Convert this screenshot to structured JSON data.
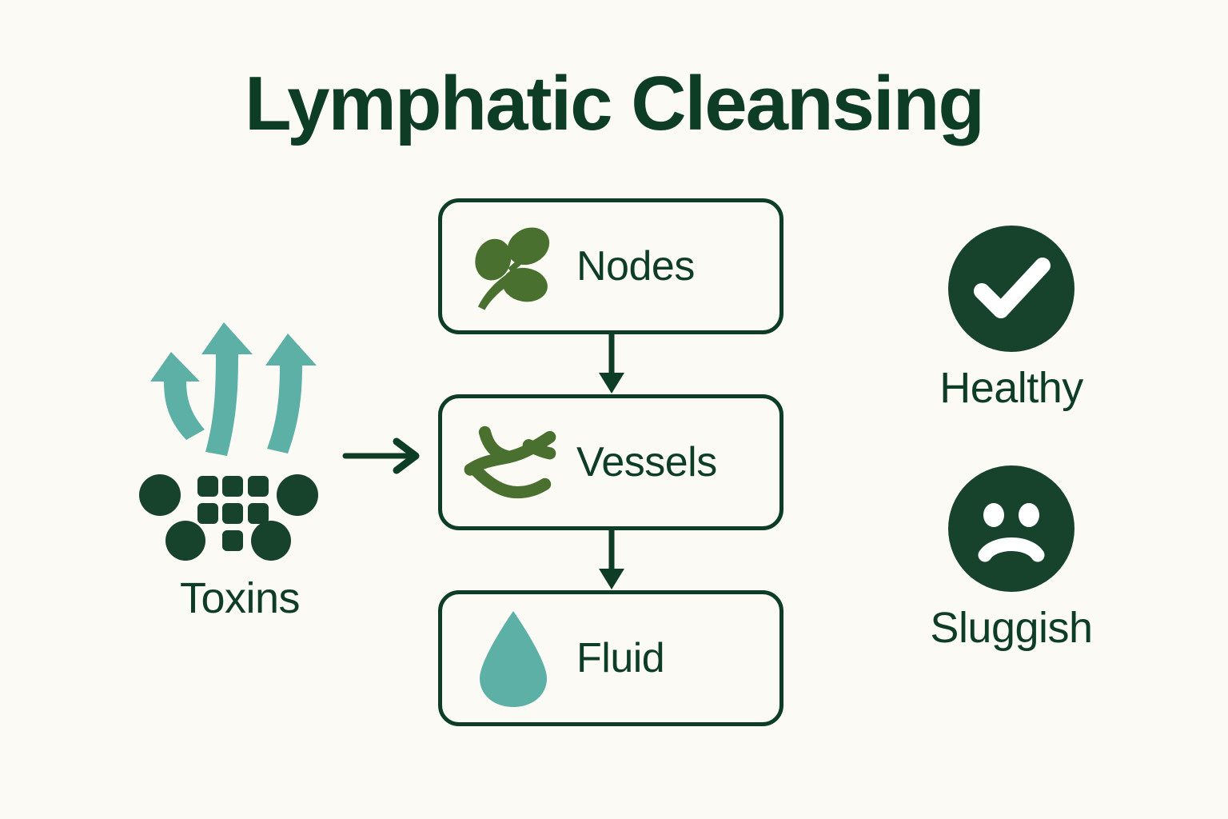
{
  "page": {
    "title": "Lymphatic Cleansing",
    "background_color": "#FCFAF4"
  },
  "colors": {
    "dark_green": "#0E3D26",
    "badge_green": "#17432C",
    "leaf_green": "#4A7030",
    "teal": "#5CB0A6",
    "white": "#FFFFFF"
  },
  "source": {
    "label": "Toxins",
    "icon": "toxin-particles-icon",
    "arrows_icon": "three-upward-arrows-icon",
    "arrow_count": 3,
    "particle_circles": 4,
    "particle_squares": 7
  },
  "flow": {
    "connector_icon": "down-arrow-icon",
    "inbound_connector_icon": "right-arrow-icon",
    "steps": [
      {
        "label": "Nodes",
        "icon": "sprout-leaf-icon",
        "icon_color": "#4A7030"
      },
      {
        "label": "Vessels",
        "icon": "branching-vessel-icon",
        "icon_color": "#4A7030"
      },
      {
        "label": "Fluid",
        "icon": "water-droplet-icon",
        "icon_color": "#5CB0A6"
      }
    ]
  },
  "status": {
    "items": [
      {
        "label": "Healthy",
        "icon": "check-mark-icon",
        "badge_color": "#17432C"
      },
      {
        "label": "Sluggish",
        "icon": "sad-face-icon",
        "badge_color": "#17432C"
      }
    ]
  }
}
